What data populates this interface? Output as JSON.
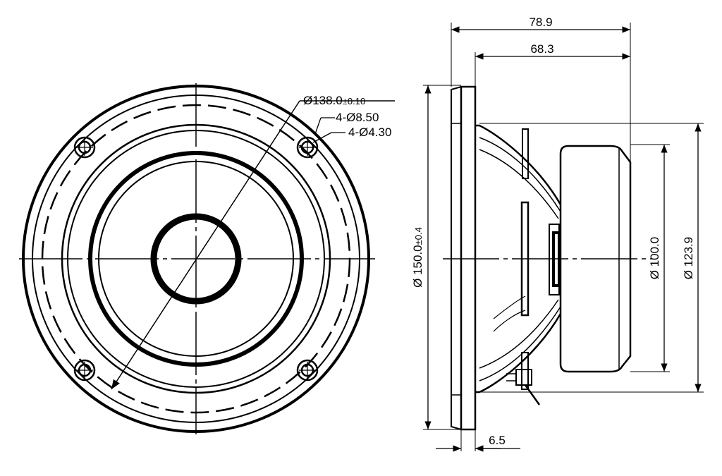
{
  "front_view": {
    "bolt_circle_label": "Ø138.0",
    "bolt_circle_tol": "±0.10",
    "hole_large_label": "4-Ø8.50",
    "hole_small_label": "4-Ø4.30"
  },
  "side_view": {
    "overall_depth": "78.9",
    "frame_depth": "68.3",
    "flange_diameter": "Ø 150.0",
    "flange_diameter_tol": "±0.4",
    "magnet_diameter": "Ø 100.0",
    "basket_diameter": "Ø 123.9",
    "flange_thickness": "6.5"
  }
}
